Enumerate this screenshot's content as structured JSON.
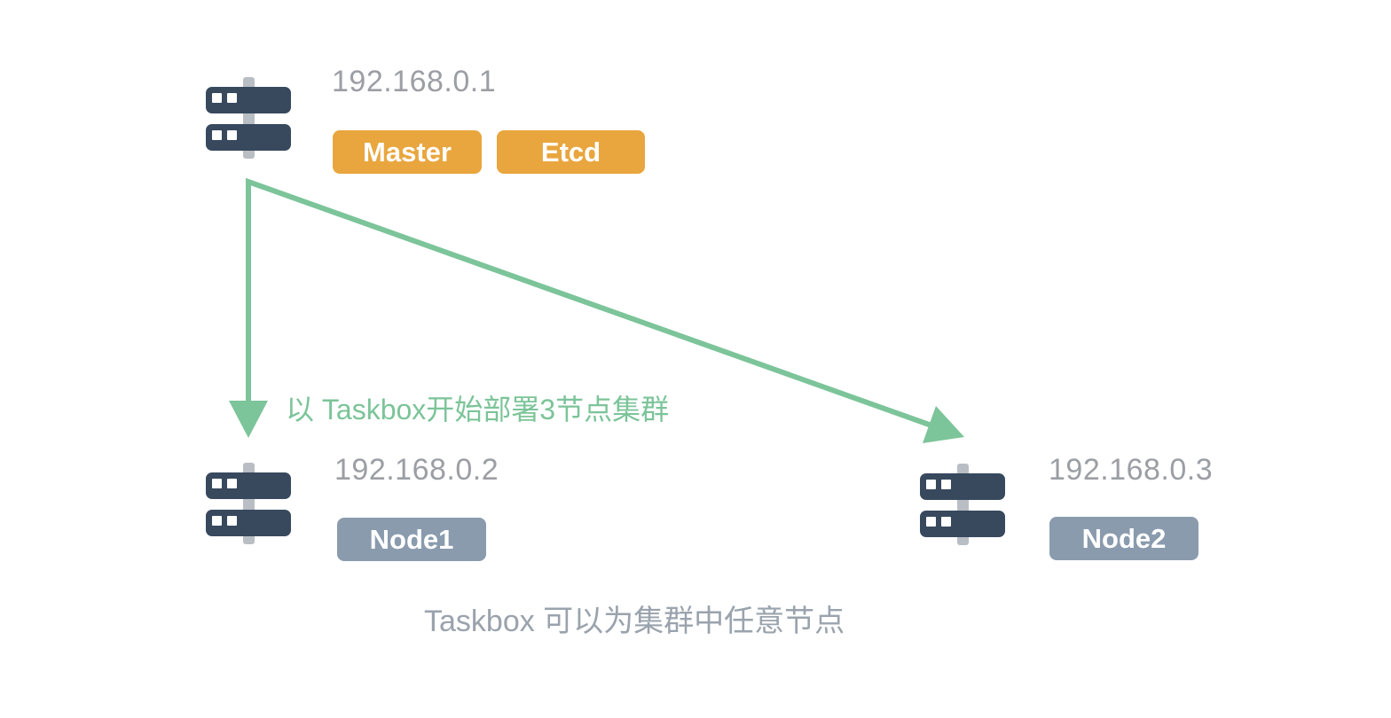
{
  "diagram": {
    "colors": {
      "server": "#38495E",
      "stem": "#B9BEC4",
      "led": "#FFFFFF",
      "master_badge": "#E9A63E",
      "node_badge": "#8A9BAE",
      "arrow": "#7CC499",
      "ip_text": "#9B9FA4",
      "caption_text": "#9AA3AD"
    },
    "nodes": [
      {
        "id": "master",
        "ip": "192.168.0.1",
        "badges": [
          {
            "label": "Master"
          },
          {
            "label": "Etcd"
          }
        ]
      },
      {
        "id": "node1",
        "ip": "192.168.0.2",
        "badges": [
          {
            "label": "Node1"
          }
        ]
      },
      {
        "id": "node2",
        "ip": "192.168.0.3",
        "badges": [
          {
            "label": "Node2"
          }
        ]
      }
    ],
    "arrow_label": "以 Taskbox开始部署3节点集群",
    "caption": "Taskbox 可以为集群中任意节点"
  }
}
